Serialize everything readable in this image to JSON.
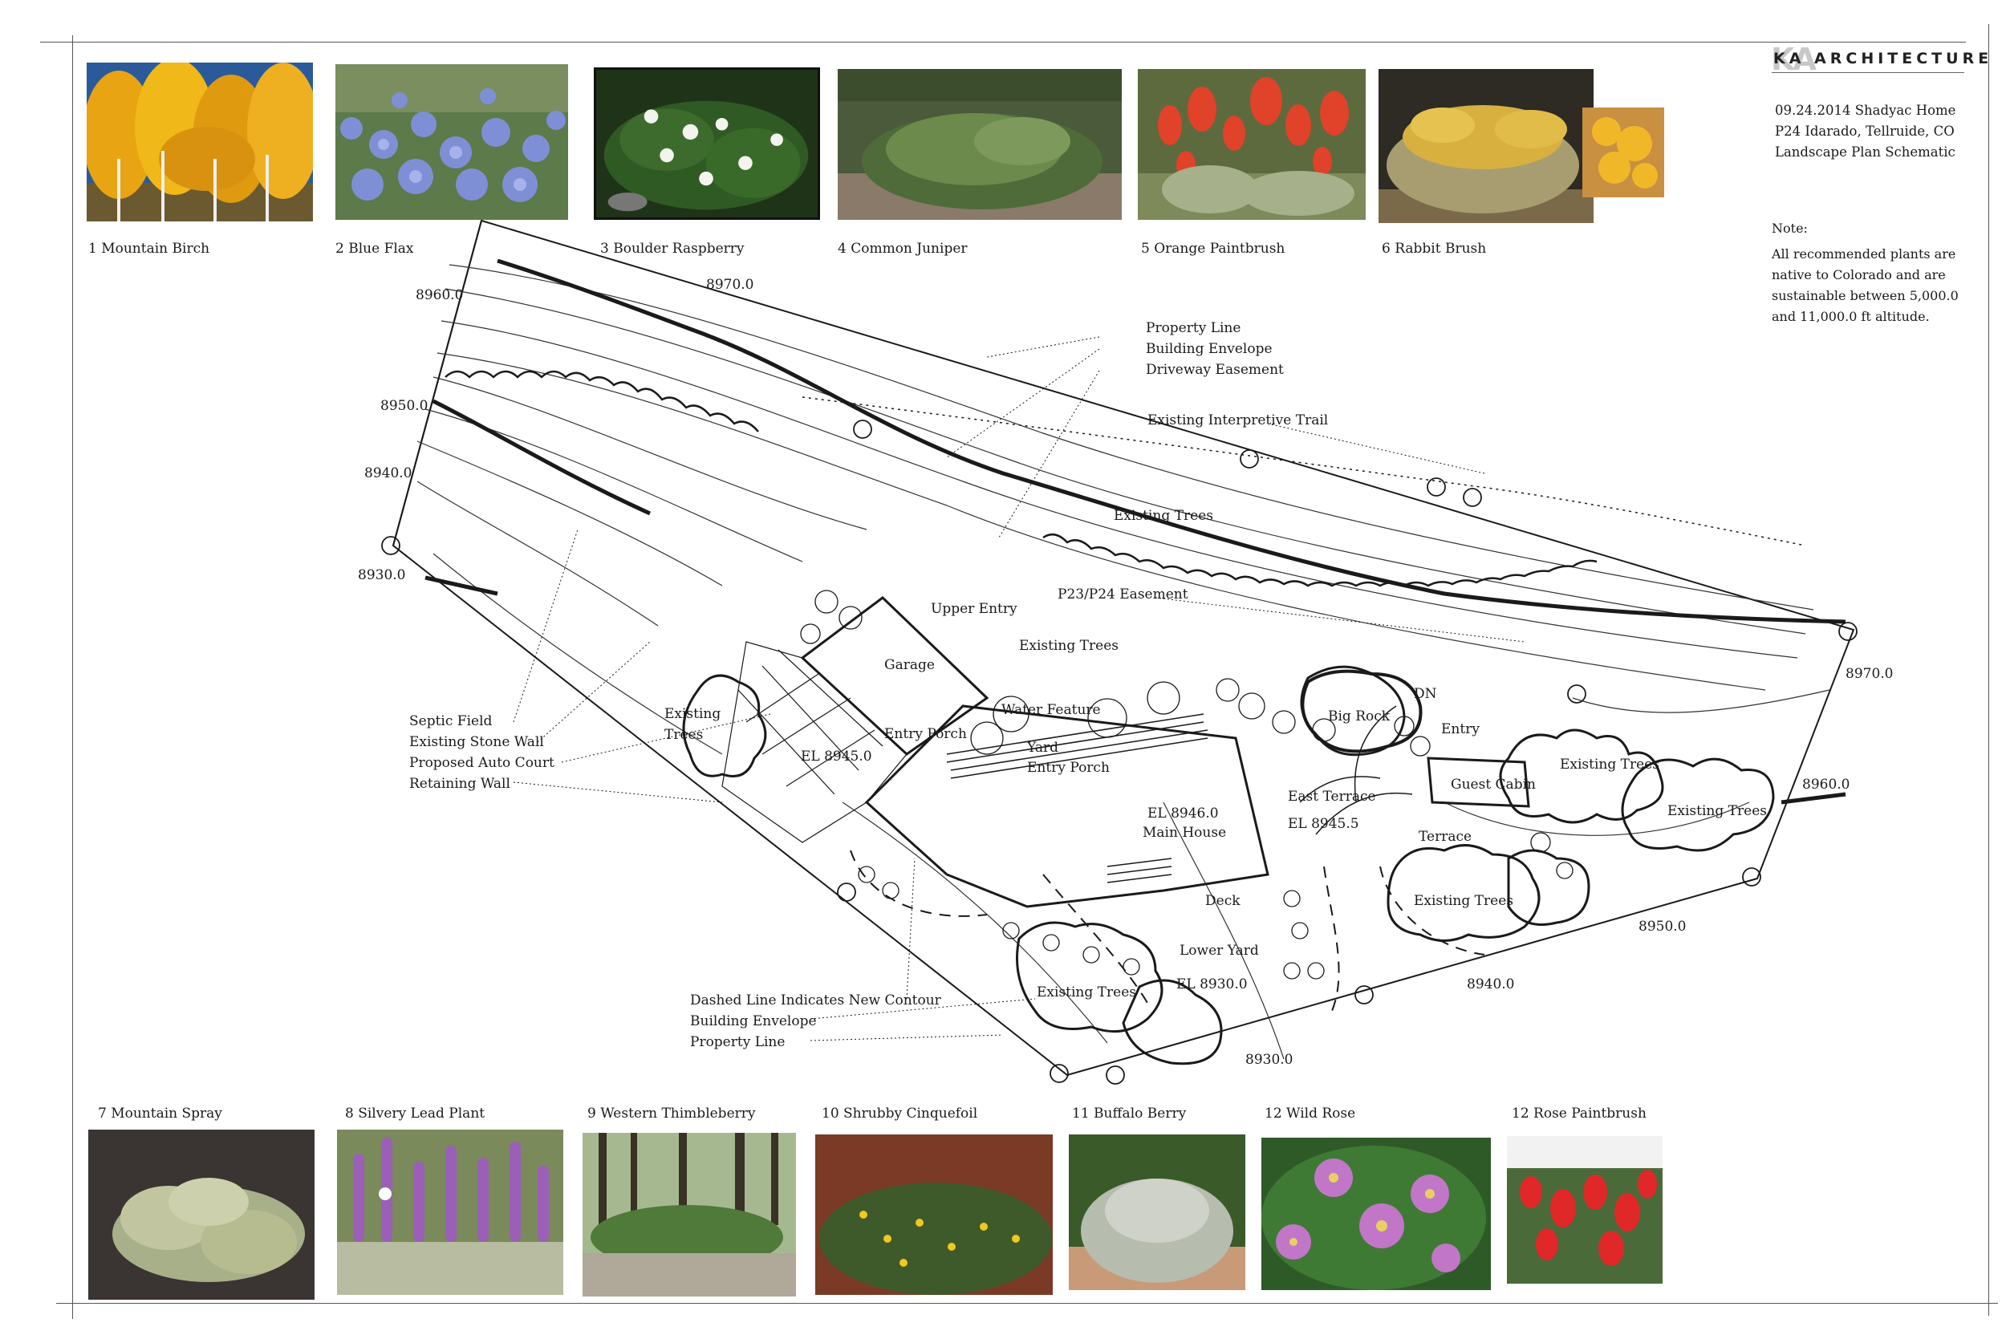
{
  "firm": {
    "monogram": "KA",
    "name": "KA ARCHITECTURE"
  },
  "project": {
    "date_title": "09.24.2014 Shadyac Home",
    "lot": "P24 Idarado, Tellruide, CO",
    "sheet": "Landscape Plan Schematic"
  },
  "note": {
    "heading": "Note:",
    "lines": [
      "All recommended plants are",
      "native to Colorado and are",
      "sustainable between 5,000.0",
      "and 11,000.0 ft altitude."
    ]
  },
  "plants_top": [
    {
      "label": "1 Mountain Birch"
    },
    {
      "label": "2 Blue Flax"
    },
    {
      "label": "3 Boulder Raspberry"
    },
    {
      "label": "4 Common Juniper"
    },
    {
      "label": "5 Orange Paintbrush"
    },
    {
      "label": "6 Rabbit Brush"
    }
  ],
  "plants_bottom": [
    {
      "label": "7 Mountain Spray"
    },
    {
      "label": "8 Silvery Lead Plant"
    },
    {
      "label": "9 Western Thimbleberry"
    },
    {
      "label": "10 Shrubby Cinquefoil"
    },
    {
      "label": "11 Buffalo Berry"
    },
    {
      "label": "12 Wild Rose"
    },
    {
      "label": "12 Rose Paintbrush"
    }
  ],
  "contours": [
    "8960.0",
    "8970.0",
    "8950.0",
    "8940.0",
    "8930.0",
    "8970.0",
    "8960.0",
    "8950.0",
    "8940.0",
    "8930.0"
  ],
  "callouts": {
    "property_line": "Property Line",
    "building_envelope": "Building Envelope",
    "driveway_easement": "Driveway Easement",
    "interpretive_trail": "Existing Interpretive Trail",
    "existing_trees_upper": "Existing Trees",
    "p23_easement": "P23/P24 Easement",
    "septic_field": "Septic Field",
    "existing_stone_wall": "Existing Stone Wall",
    "proposed_auto_court": "Proposed Auto Court",
    "retaining_wall": "Retaining Wall",
    "dashed_line": "Dashed Line Indicates New Contour",
    "building_envelope_2": "Building Envelope",
    "property_line_2": "Property Line"
  },
  "plan_labels": {
    "upper_entry": "Upper Entry",
    "garage": "Garage",
    "existing_trees_a": "Existing Trees",
    "water_feature": "Water Feature",
    "entry_porch_a": "Entry Porch",
    "yard": "Yard",
    "entry_porch_b": "Entry Porch",
    "el_8945": "EL 8945.0",
    "existing_trees_left_1": "Existing",
    "existing_trees_left_2": "Trees",
    "el_8946": "EL 8946.0",
    "main_house": "Main House",
    "east_terrace": "East Terrace",
    "el_8945_5": "EL 8945.5",
    "big_rock": "Big Rock",
    "dn": "DN",
    "entry": "Entry",
    "guest_cabin": "Guest Cabin",
    "terrace": "Terrace",
    "existing_trees_b": "Existing Trees",
    "existing_trees_c": "Existing Trees",
    "existing_trees_d": "Existing Trees",
    "deck": "Deck",
    "lower_yard": "Lower Yard",
    "el_8930": "EL 8930.0",
    "existing_trees_e": "Existing Trees"
  },
  "colors": {
    "line": "#1a1a1a",
    "aspen_gold": "#e8a412",
    "flax_blue": "#7f8fd6",
    "juniper_green": "#4f6b3a",
    "paintbrush_red": "#e0422a",
    "rabbit_yellow": "#d8b040",
    "lead_purple": "#9b5fb8",
    "rose_pink": "#c276c8"
  }
}
